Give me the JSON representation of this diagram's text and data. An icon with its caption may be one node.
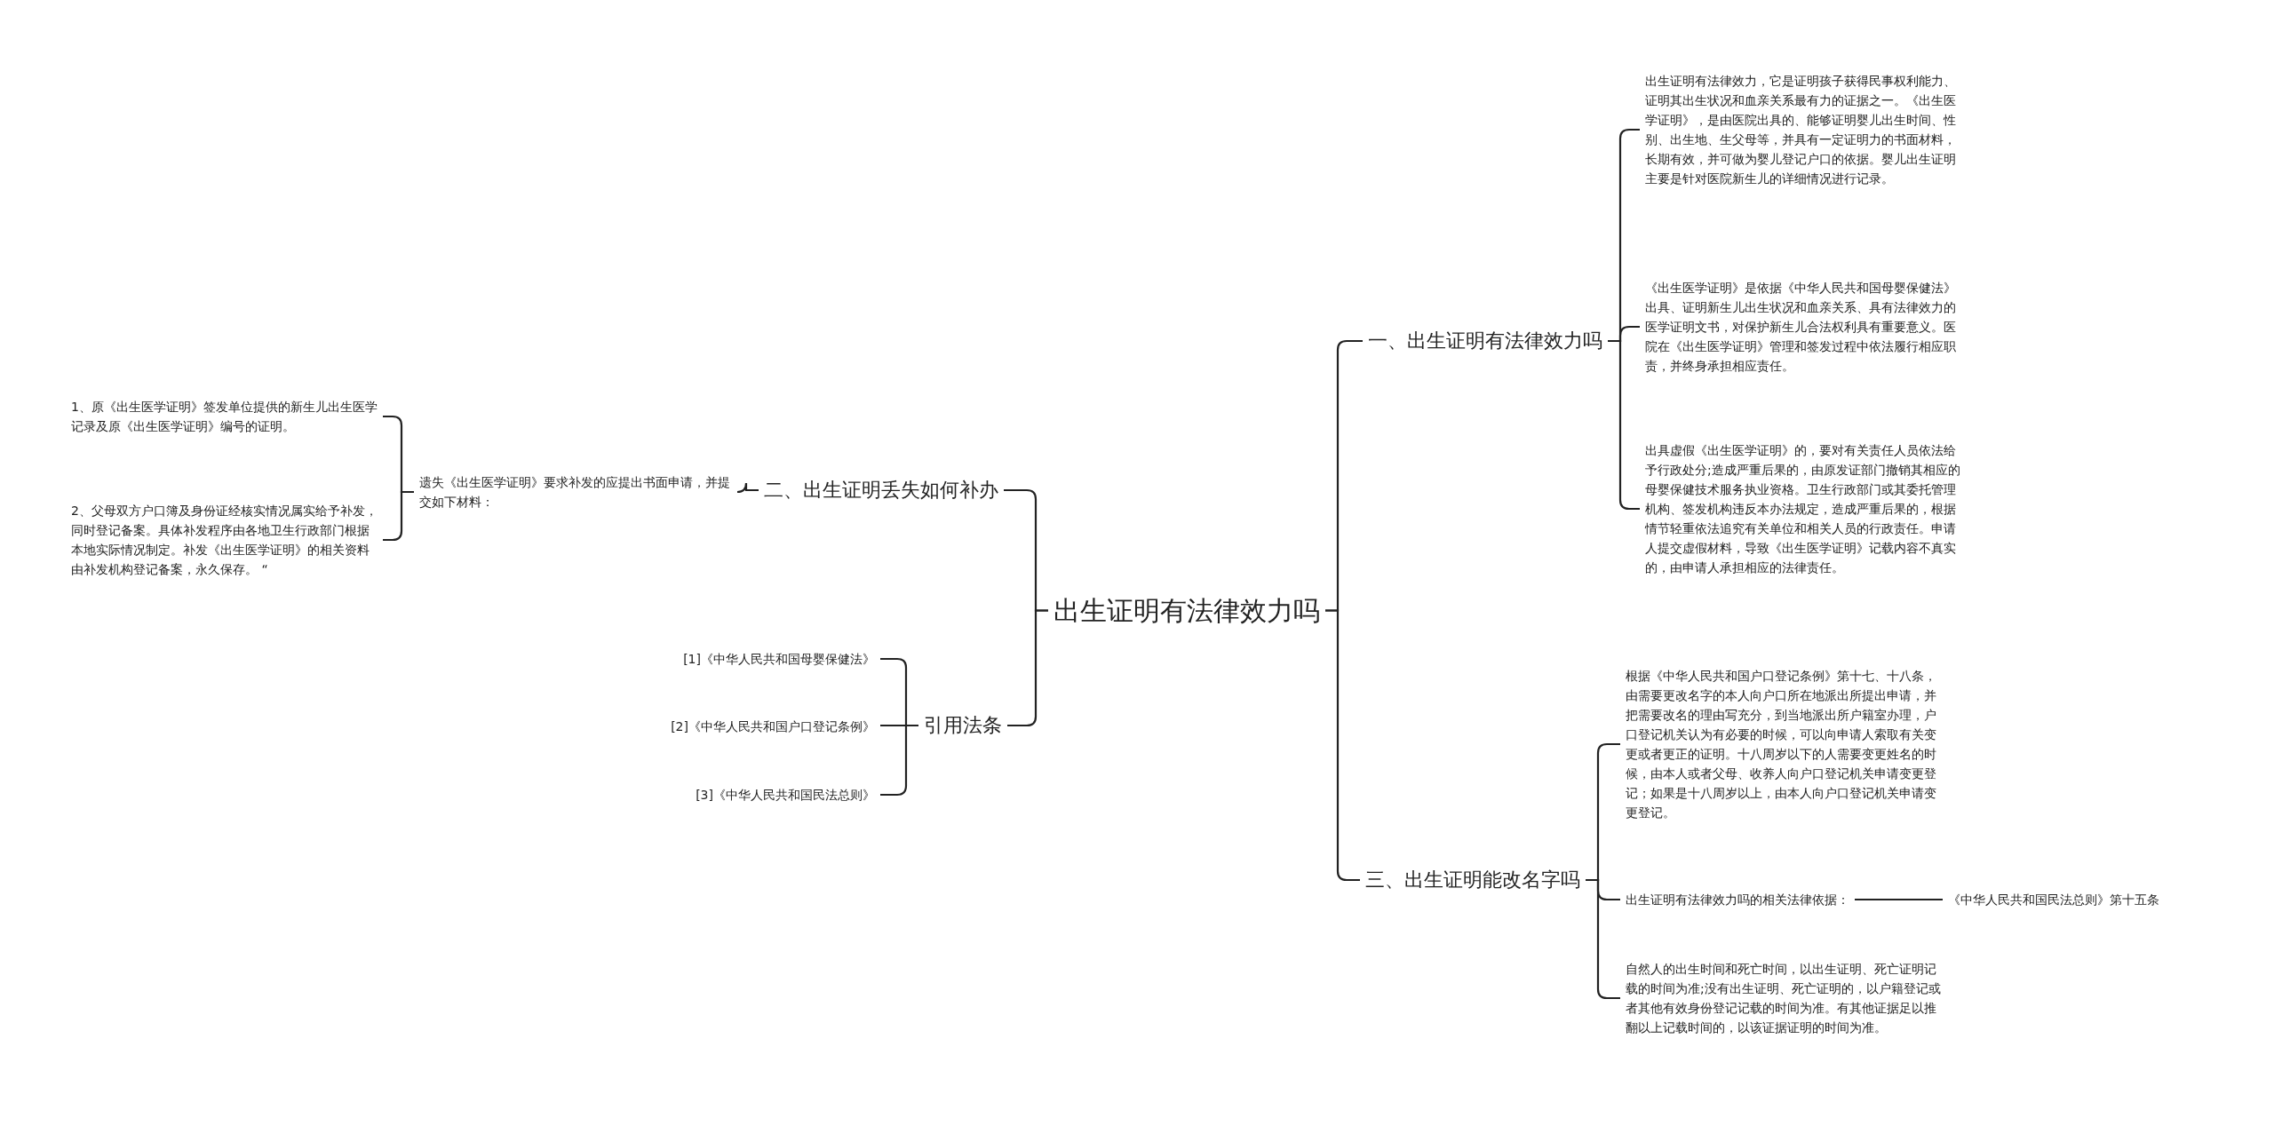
{
  "diagram": {
    "nodes": [
      {
        "text": [
          "出生证明有法律效力吗"
        ]
      },
      {
        "text": [
          "一、出生证明有法律效力吗"
        ]
      },
      {
        "text": [
          "出生证明有法律效力，它是证明孩子获得民事权利能力、证明其出生状况和血亲关系最有力的证据之一。《出生医学证明》，是由医院出具的、能够证明婴儿出生时间、性别、出生地、生父母等，并具有一定证明力的书面材料，长期有效，并可做为婴儿登记户口的依据。婴儿出生证明主要是针对医院新生儿的详细情况进行记录。"
        ]
      },
      {
        "text": [
          "《出生医学证明》是依据《中华人民共和国母婴保健法》出具、证明新生儿出生状况和血亲关系、具有法律效力的医学证明文书，对保护新生儿合法权利具有重要意义。医院在《出生医学证明》管理和签发过程中依法履行相应职责，并终身承担相应责任。"
        ]
      },
      {
        "text": [
          "出具虚假《出生医学证明》的，要对有关责任人员依法给予行政处分;造成严重后果的，由原发证部门撤销其相应的母婴保健技术服务执业资格。卫生行政部门或其委托管理机构、签发机构违反本办法规定，造成严重后果的，根据情节轻重依法追究有关单位和相关人员的行政责任。申请人提交虚假材料，导致《出生医学证明》记载内容不真实的，由申请人承担相应的法律责任。"
        ]
      },
      {
        "text": [
          "三、出生证明能改名字吗"
        ]
      },
      {
        "text": [
          "根据《中华人民共和国户口登记条例》第十七、十八条，由需要更改名字的本人向户口所在地派出所提出申请，并把需要改名的理由写充分，到当地派出所户籍室办理，户口登记机关认为有必要的时候，可以向申请人索取有关变更或者更正的证明。十八周岁以下的人需要变更姓名的时候，由本人或者父母、收养人向户口登记机关申请变更登记；如果是十八周岁以上，由本人向户口登记机关申请变更登记。"
        ]
      },
      {
        "text": [
          "出生证明有法律效力吗的相关法律依据："
        ]
      },
      {
        "text": [
          "《中华人民共和国民法总则》第十五条"
        ]
      },
      {
        "text": [
          "自然人的出生时间和死亡时间，以出生证明、死亡证明记载的时间为准;没有出生证明、死亡证明的，以户籍登记或者其他有效身份登记记载的时间为准。有其他证据足以推翻以上记载时间的，以该证据证明的时间为准。"
        ]
      },
      {
        "text": [
          "二、出生证明丢失如何补办"
        ]
      },
      {
        "text": [
          "遗失《出生医学证明》要求补发的应提出书面申请，并提交如下材料："
        ]
      },
      {
        "text": [
          "1、原《出生医学证明》签发单位提供的新生儿出生医学记录及原《出生医学证明》编号的证明。"
        ]
      },
      {
        "text": [
          "2、父母双方户口簿及身份证经核实情况属实给予补发，同时登记备案。具体补发程序由各地卫生行政部门根据本地实际情况制定。补发《出生医学证明》的相关资料由补发机构登记备案，永久保存。 “"
        ]
      },
      {
        "text": [
          "引用法条"
        ]
      },
      {
        "text": [
          "[1]《中华人民共和国母婴保健法》"
        ]
      },
      {
        "text": [
          "[2]《中华人民共和国户口登记条例》"
        ]
      },
      {
        "text": [
          "[3]《中华人民共和国民法总则》"
        ]
      }
    ],
    "edges": [
      {
        "from": 0,
        "to": 1,
        "arrow": "none"
      },
      {
        "from": 0,
        "to": 5,
        "arrow": "none"
      },
      {
        "from": 0,
        "to": 10,
        "arrow": "none"
      },
      {
        "from": 0,
        "to": 14,
        "arrow": "none"
      },
      {
        "from": 1,
        "to": 2,
        "arrow": "none"
      },
      {
        "from": 1,
        "to": 3,
        "arrow": "none"
      },
      {
        "from": 1,
        "to": 4,
        "arrow": "none"
      },
      {
        "from": 5,
        "to": 6,
        "arrow": "none"
      },
      {
        "from": 5,
        "to": 7,
        "arrow": "none"
      },
      {
        "from": 5,
        "to": 9,
        "arrow": "none"
      },
      {
        "from": 7,
        "to": 8,
        "arrow": "none"
      },
      {
        "from": 10,
        "to": 11,
        "arrow": "none"
      },
      {
        "from": 11,
        "to": 12,
        "arrow": "none"
      },
      {
        "from": 11,
        "to": 13,
        "arrow": "none"
      },
      {
        "from": 14,
        "to": 15,
        "arrow": "none"
      },
      {
        "from": 14,
        "to": 16,
        "arrow": "none"
      },
      {
        "from": 14,
        "to": 17,
        "arrow": "none"
      }
    ]
  }
}
